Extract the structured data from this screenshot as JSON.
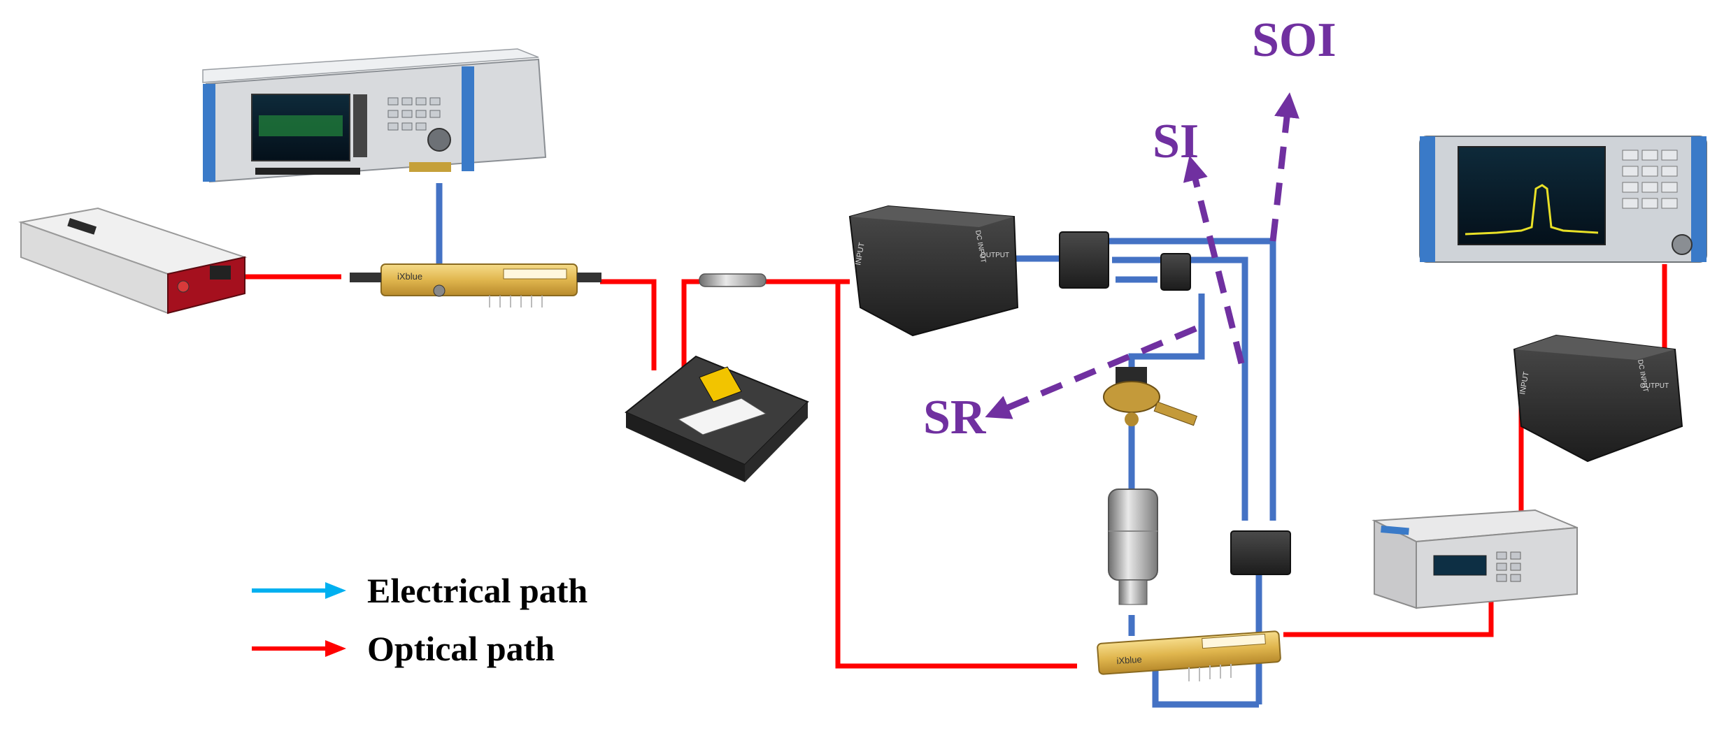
{
  "labels": {
    "soi": "SOI",
    "si": "SI",
    "sr": "SR"
  },
  "legend": {
    "electrical": "Electrical path",
    "optical": "Optical path"
  },
  "instrument_text": {
    "modulator_brand": "iXblue",
    "port_input": "INPUT",
    "port_output": "OUTPUT",
    "port_dc_input": "DC INPUT"
  },
  "colors": {
    "electrical_path": "#4472c4",
    "optical_path": "#ff0000",
    "signal_label": "#7030a0",
    "legend_electrical_arrow": "#00b0f0",
    "legend_optical_arrow": "#ff0000"
  }
}
